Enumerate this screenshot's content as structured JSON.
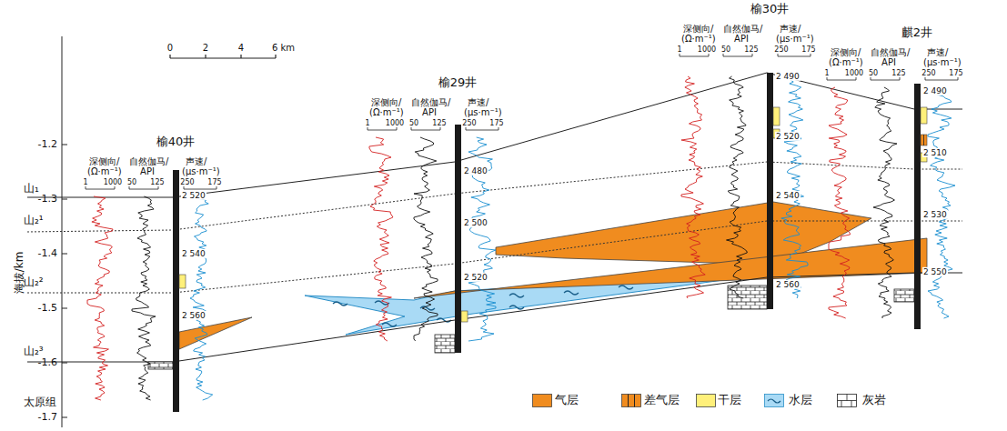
{
  "diagram": {
    "labels": [
      "海拔/km",
      "-1.2",
      "-1.3",
      "-1.4",
      "-1.5",
      "-1.6",
      "-1.7",
      "0",
      "2",
      "4",
      "6 km",
      "山₁",
      "山₂¹",
      "山₂²",
      "山₂³",
      "太原组",
      "榆40井",
      "深侧向/",
      "(Ω·m⁻¹)",
      "自然伽马/",
      "API",
      "声速/",
      "(μs·m⁻¹)",
      "1",
      "1000",
      "50",
      "125",
      "250",
      "175",
      "2 520",
      "2 540",
      "2 560",
      "榆29井",
      "深侧向/",
      "(Ω·m⁻¹)",
      "自然伽马/",
      "API",
      "声速/",
      "(μs·m⁻¹)",
      "1",
      "1000",
      "50",
      "125",
      "250",
      "175",
      "2 480",
      "2 500",
      "2 520",
      "榆30井",
      "深侧向/",
      "(Ω·m⁻¹)",
      "自然伽马/",
      "API",
      "声速/",
      "(μs·m⁻¹)",
      "1",
      "1000",
      "50",
      "125",
      "250",
      "175",
      "2 490",
      "2 520",
      "2 540",
      "2 560",
      "麒2井",
      "深侧向/",
      "(Ω·m⁻¹)",
      "自然伽马/",
      "API",
      "声速/",
      "(μs·m⁻¹)",
      "1",
      "1000",
      "50",
      "125",
      "250",
      "175",
      "2 490",
      "2 510",
      "2 530",
      "2 550"
    ],
    "legend": [
      {
        "text": "气层",
        "color": "#f08c1f"
      },
      {
        "text": "差气层"
      },
      {
        "text": "干层",
        "color": "#fff07a"
      },
      {
        "text": "水层"
      },
      {
        "text": "灰岩"
      }
    ]
  }
}
